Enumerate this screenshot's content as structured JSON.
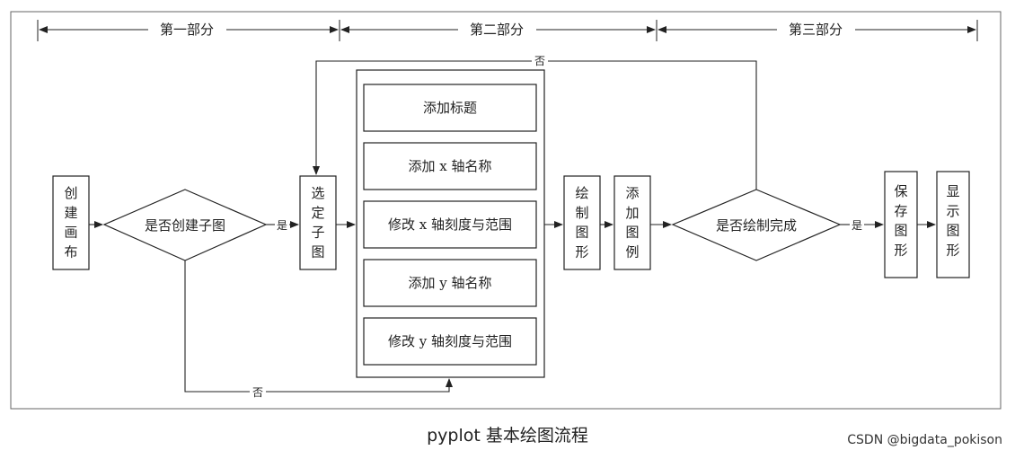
{
  "sections": {
    "part1": "第一部分",
    "part2": "第二部分",
    "part3": "第三部分"
  },
  "nodes": {
    "create_canvas": "创建画布",
    "decision_subplot": "是否创建子图",
    "select_subplot": "选定子图",
    "add_title": "添加标题",
    "add_x_name": "添加 x 轴名称",
    "modify_x_ticks": "修改 x 轴刻度与范围",
    "add_y_name": "添加 y 轴名称",
    "modify_y_ticks": "修改 y 轴刻度与范围",
    "draw_graph": "绘制图形",
    "add_legend": "添加图例",
    "decision_done": "是否绘制完成",
    "save_figure": "保存图形",
    "show_figure": "显示图形"
  },
  "edges": {
    "yes": "是",
    "no": "否"
  },
  "caption": "pyplot 基本绘图流程",
  "watermark": "CSDN @bigdata_pokison"
}
